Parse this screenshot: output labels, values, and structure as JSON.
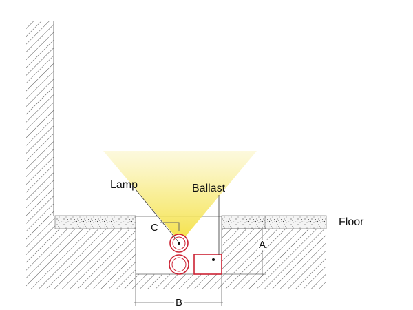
{
  "labels": {
    "lamp": "Lamp",
    "ballast": "Ballast",
    "floor": "Floor",
    "c": "C",
    "a": "A",
    "b": "B"
  },
  "colors": {
    "hatch": "#555555",
    "lamp_outline": "#cc2233",
    "light_beam": "#f5e36b",
    "dimension_line": "#666666"
  },
  "icons": {
    "lamp": "fluorescent-lamp-symbol",
    "ballast": "ballast-box-symbol"
  }
}
